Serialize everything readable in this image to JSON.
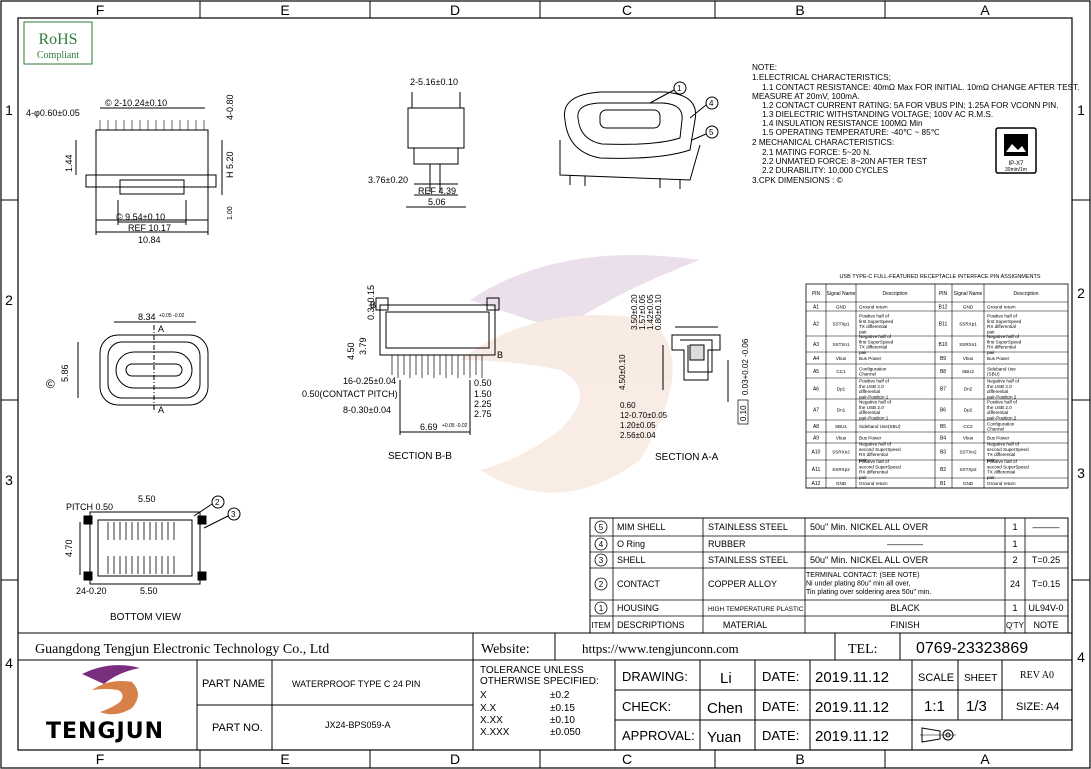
{
  "zone_labels": {
    "columns": [
      "F",
      "E",
      "D",
      "C",
      "B",
      "A"
    ],
    "rows": [
      "1",
      "2",
      "3",
      "4"
    ]
  },
  "rohs": {
    "title": "RoHS",
    "subtitle": "Compliant"
  },
  "dims_top": {
    "pitch_plate": "© 2-10.24±0.10",
    "hole": "4-φ0.60±0.05",
    "right_top": "4-0.80",
    "h520": "H 5.20",
    "d144": "1.44",
    "d100": "1.00",
    "d954": "© 9.54±0.10",
    "ref1017": "REF 10.17",
    "d1084": "10.84"
  },
  "dims_side": {
    "d516": "2-5.16±0.10",
    "d376": "3.76±0.20",
    "ref439": "REF 4.39",
    "d506": "5.06"
  },
  "notes": {
    "title": "NOTE:",
    "lines": [
      "1.ELECTRICAL CHARACTERISTICS;",
      "1.1 CONTACT RESISTANCE: 40mΩ Max FOR INITIAL. 10mΩ CHANGE AFTER TEST.",
      "MEASURE AT 20mV, 100mA.",
      "1.2 CONTACT CURRENT RATING: 5A FOR VBUS PIN; 1.25A FOR VCONN PIN.",
      "1.3 DIELECTRIC WITHSTANDING VOLTAGE; 100V AC R.M.S.",
      "1.4 INSULATION RESISTANCE 100MΩ Min",
      "1.5 OPERATING TEMPERATURE: -40℃ ~ 85℃",
      "2 MECHANICAL CHARACTERISTICS:",
      "2.1 MATING FORCE: 5~20 N.",
      "2.2 UNMATED FORCE: 8~20N AFTER TEST",
      "2.2 DURABILITY: 10,000 CYCLES",
      "3.CPK DIMENSIONS : ©"
    ],
    "ip_badge_line1": "IP-X7",
    "ip_badge_line2": "30min/1m"
  },
  "front_view": {
    "d834": "8.34",
    "d834_tol": "+0.05 -0.02",
    "d586": "5.86",
    "section_a": "A",
    "cpk": "©"
  },
  "section_bb": {
    "title": "SECTION B-B",
    "b_mark": "B",
    "d03": "0.3±0.15",
    "d450": "4.50",
    "d379": "3.79",
    "pins16": "16-0.25±0.04",
    "pitch": "0.50(CONTACT PITCH)",
    "pins8": "8-0.30±0.04",
    "d050": "0.50",
    "d150": "1.50",
    "d225": "2.25",
    "d275": "2.75",
    "d669": "6.69",
    "d669_tol": "+0.05 -0.02"
  },
  "section_aa": {
    "title": "SECTION A-A",
    "top_dims": [
      "3.50±0.20",
      "1.57±0.05",
      "1.42±0.05",
      "0.80±0.10"
    ],
    "d450": "4.50±0.10",
    "flat": "0.10",
    "d003": "0.03+0.02 -0.06",
    "d060": "0.60",
    "pins12": "12-0.70±0.05",
    "d120": "1.20±0.05",
    "d256": "2.56±0.04"
  },
  "bottom_view": {
    "title": "BOTTOM VIEW",
    "pitch": "PITCH 0.50",
    "d550_top": "5.50",
    "d470": "4.70",
    "pins24": "24-0.20",
    "d550_bot": "5.50"
  },
  "pin_table": {
    "title": "USB TYPE-C FULL-FEATURED RECEPTACLE INTERFACE PIN ASSIGNMENTS",
    "headers": [
      "PIN",
      "Signal Name",
      "Description",
      "PIN",
      "Signal Name",
      "Description"
    ],
    "rows": [
      [
        "A1",
        "GND",
        "Ground return",
        "B12",
        "GND",
        "Ground return"
      ],
      [
        "A2",
        "SSTXp1",
        "Positive half of first SuperSpeed TX differential pair",
        "B11",
        "SSRXp1",
        "Positive half of first SuperSpeed RX differential pair"
      ],
      [
        "A3",
        "SSTXn1",
        "Negative half of first SuperSpeed TX differential pair",
        "B10",
        "SSRXn1",
        "Negative half of first SuperSpeed RX differential pair"
      ],
      [
        "A4",
        "Vbus",
        "Bus Power",
        "B9",
        "Vbus",
        "Bus Power"
      ],
      [
        "A5",
        "CC1",
        "Configuration Channel",
        "B8",
        "SBU2",
        "Sideband Use (SBU)"
      ],
      [
        "A6",
        "Dp1",
        "Positive half of the USB 2.0 differential pair-Position 1",
        "B7",
        "Dn2",
        "Negative half of the USB 2.0 differential pair-Position 2"
      ],
      [
        "A7",
        "Dn1",
        "Negative half of the USB 2.0 differential pair-Position 1",
        "B6",
        "Dp2",
        "Positive half of the USB 2.0 differential pair-Position 2"
      ],
      [
        "A8",
        "SBU1",
        "Sideband Use(SBU)",
        "B5",
        "CC2",
        "Configuration Channel"
      ],
      [
        "A9",
        "Vbus",
        "Bus Power",
        "B4",
        "Vbus",
        "Bus Power"
      ],
      [
        "A10",
        "SSRXn2",
        "Negative half of second SuperSpeed RX differential pair",
        "B3",
        "SSTXn2",
        "Negative half of second SuperSpeed TX differential pair"
      ],
      [
        "A11",
        "SSRXp2",
        "Positive half of second SuperSpeed RX differential pair",
        "B2",
        "SSTXp2",
        "Positive half of second SuperSpeed TX differential pair"
      ],
      [
        "A12",
        "GND",
        "Ground return",
        "B1",
        "GND",
        "Ground return"
      ]
    ]
  },
  "bom": {
    "rows": [
      {
        "no": "5",
        "name": "MIM SHELL",
        "material": "STAINLESS STEEL",
        "finish": "50u\" Min. NICKEL ALL OVER",
        "qty": "1",
        "note": "———"
      },
      {
        "no": "4",
        "name": "O Ring",
        "material": "RUBBER",
        "finish": "————",
        "qty": "1",
        "note": ""
      },
      {
        "no": "3",
        "name": "SHELL",
        "material": "STAINLESS STEEL",
        "finish": "50u\" Min. NICKEL ALL OVER",
        "qty": "2",
        "note": "T=0.25"
      },
      {
        "no": "2",
        "name": "CONTACT",
        "material": "COPPER ALLOY",
        "finish": "TERMINAL CONTACT: (SEE NOTE)|Ni under plating 80u\" min all over,|Tin plating over soldering area 50u\" min.",
        "qty": "24",
        "note": "T=0.15"
      },
      {
        "no": "1",
        "name": "HOUSING",
        "material": "HIGH TEMPERATURE PLASTIC",
        "finish": "BLACK",
        "qty": "1",
        "note": "UL94V-0"
      }
    ],
    "header": {
      "item": "ITEM",
      "desc": "DESCRIPTIONS",
      "material": "MATERIAL",
      "finish": "FINISH",
      "qty": "Q'TY",
      "note": "NOTE"
    }
  },
  "title_block": {
    "company": "Guangdong Tengjun Electronic Technology Co., Ltd",
    "website_label": "Website:",
    "website": "https://www.tengjunconn.com",
    "tel_label": "TEL:",
    "tel": "0769-23323869",
    "part_name_label": "PART NAME",
    "part_name": "WATERPROOF TYPE C 24 PIN",
    "part_no_label": "PART NO.",
    "part_no": "JX24-BPS059-A",
    "tolerance_title1": "TOLERANCE UNLESS",
    "tolerance_title2": "OTHERWISE SPECIFIED:",
    "tolerances": [
      [
        "X",
        "±0.2"
      ],
      [
        "X.X",
        "±0.15"
      ],
      [
        "X.XX",
        "±0.10"
      ],
      [
        "X.XXX",
        "±0.050"
      ]
    ],
    "drawing_label": "DRAWING:",
    "drawing_by": "Li",
    "check_label": "CHECK:",
    "check_by": "Chen",
    "approval_label": "APPROVAL:",
    "approval_by": "Yuan",
    "date_label": "DATE:",
    "date1": "2019.11.12",
    "date2": "2019.11.12",
    "date3": "2019.11.12",
    "scale_label": "SCALE",
    "scale": "1:1",
    "sheet_label": "SHEET",
    "sheet": "1/3",
    "rev": "REV A0",
    "size": "SIZE: A4",
    "logo_text": "TENGJUN"
  }
}
